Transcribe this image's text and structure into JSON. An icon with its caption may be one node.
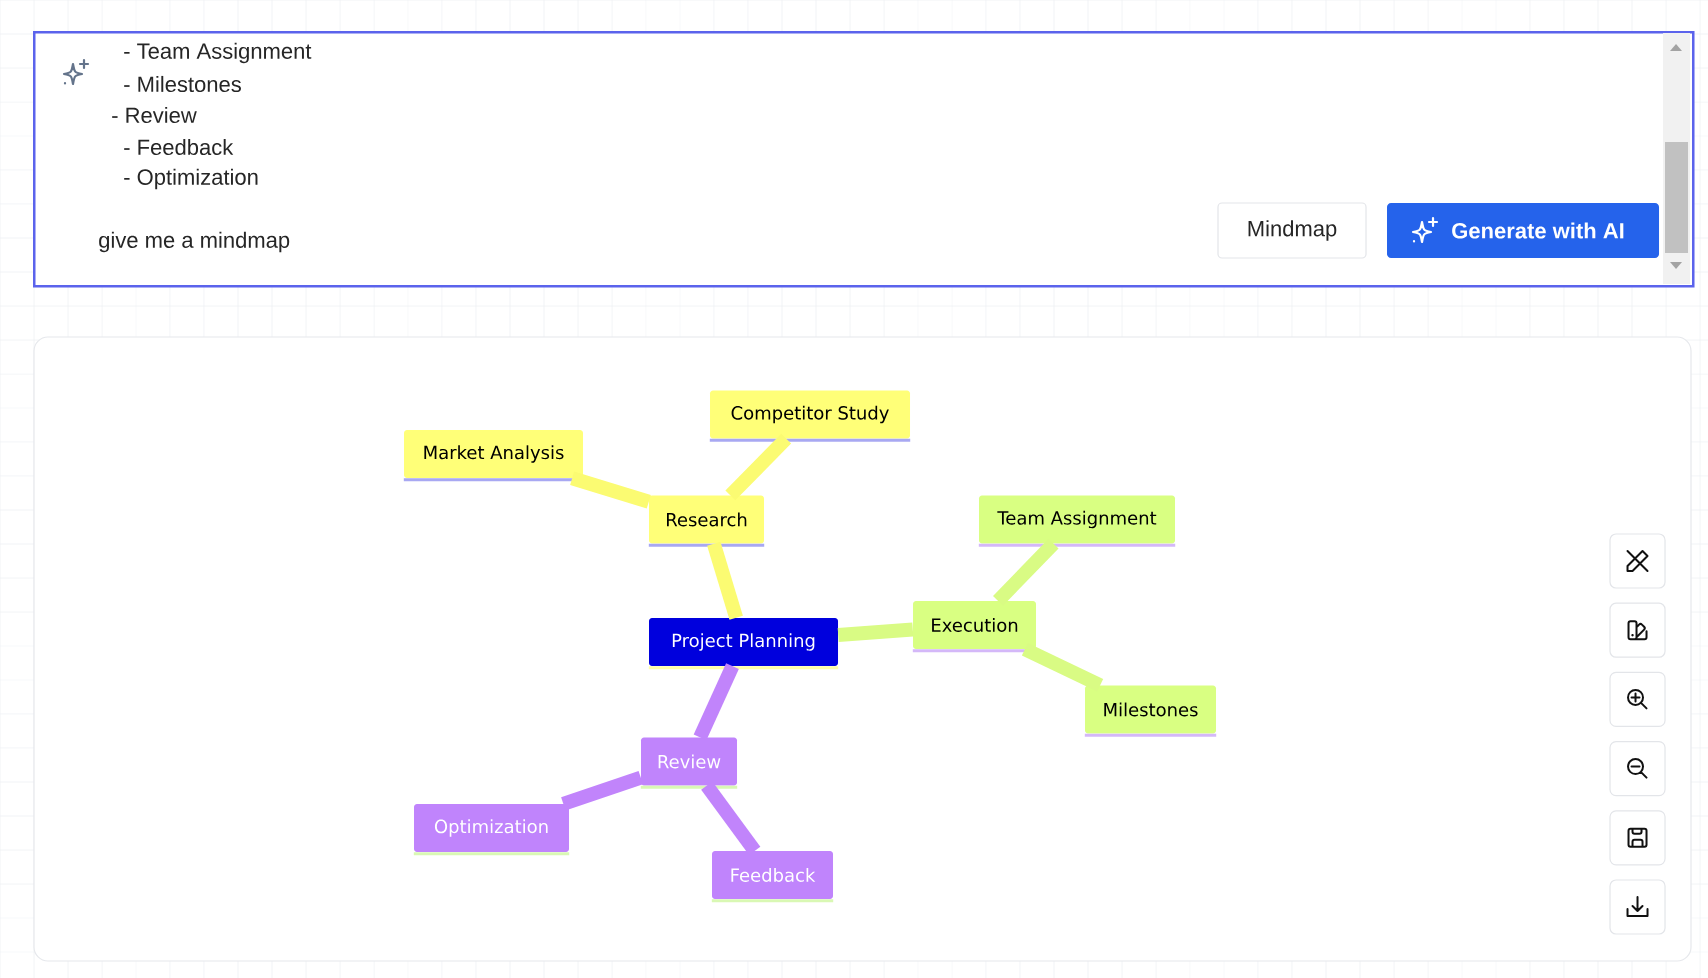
{
  "diagram": {
    "nodes": [
      {
        "text": [
          "- Team Assignment",
          "- Milestones",
          "- Review",
          "- Feedback",
          "- Optimization",
          "give me a mindmap"
        ]
      },
      {
        "text": [
          "Mindmap"
        ],
        "in": 0
      },
      {
        "text": [
          "Generate with AI"
        ],
        "in": 0
      },
      {
        "text": [
          "Project Planning"
        ]
      },
      {
        "text": [
          "Research"
        ]
      },
      {
        "text": [
          "Market Analysis"
        ]
      },
      {
        "text": [
          "Competitor Study"
        ]
      },
      {
        "text": [
          "Execution"
        ]
      },
      {
        "text": [
          "Team Assignment"
        ]
      },
      {
        "text": [
          "Milestones"
        ]
      },
      {
        "text": [
          "Review"
        ]
      },
      {
        "text": [
          "Feedback"
        ]
      },
      {
        "text": [
          "Optimization"
        ]
      }
    ],
    "edges": [
      {
        "from": 3,
        "to": 4,
        "arrow": "none",
        "color": "#fbfb72"
      },
      {
        "from": 4,
        "to": 5,
        "arrow": "none",
        "color": "#fbfb72"
      },
      {
        "from": 4,
        "to": 6,
        "arrow": "none",
        "color": "#fbfb72"
      },
      {
        "from": 3,
        "to": 7,
        "arrow": "none",
        "color": "#d9fb84"
      },
      {
        "from": 7,
        "to": 8,
        "arrow": "none",
        "color": "#d9fb84"
      },
      {
        "from": 7,
        "to": 9,
        "arrow": "none",
        "color": "#d9fb84"
      },
      {
        "from": 3,
        "to": 10,
        "arrow": "none",
        "color": "#c184fb"
      },
      {
        "from": 10,
        "to": 11,
        "arrow": "none",
        "color": "#c184fb"
      },
      {
        "from": 10,
        "to": 12,
        "arrow": "none",
        "color": "#c184fb"
      }
    ]
  }
}
